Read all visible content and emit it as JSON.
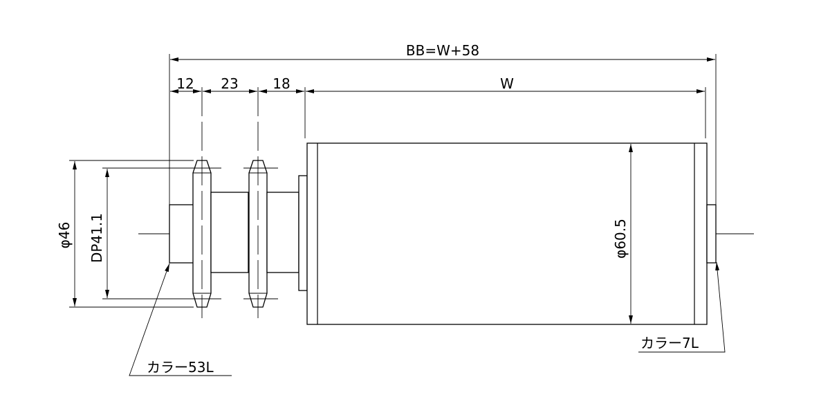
{
  "dimensions": {
    "overall": "BB=W+58",
    "seg1": "12",
    "seg2": "23",
    "seg3": "18",
    "width": "W",
    "sprocket_od": "φ46",
    "pitch_dia": "DP41.1",
    "roller_dia": "φ60.5"
  },
  "callouts": {
    "collar_left": "カラー53L",
    "collar_right": "カラー7L"
  }
}
